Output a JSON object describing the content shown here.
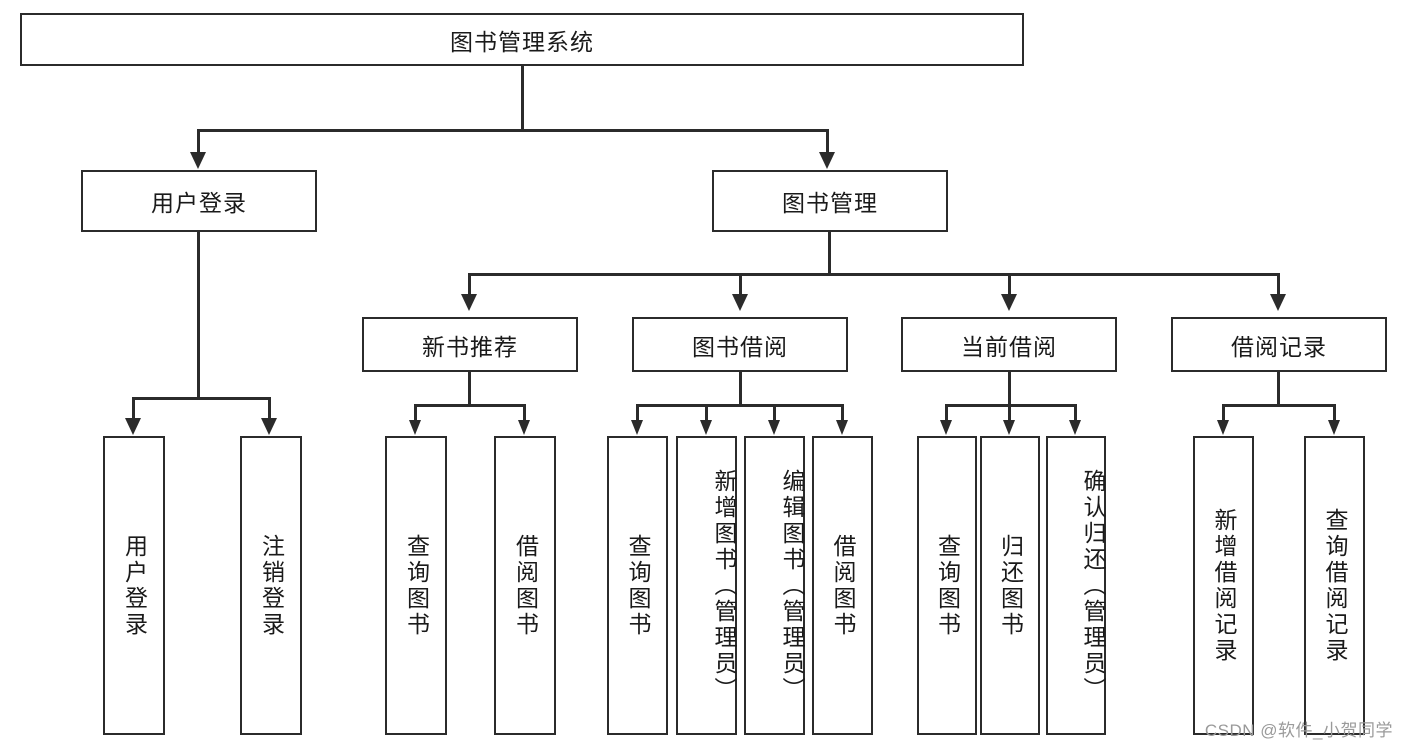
{
  "diagram": {
    "title": "图书管理系统",
    "type": "tree",
    "root": {
      "label": "图书管理系统"
    },
    "level2": [
      {
        "label": "用户登录"
      },
      {
        "label": "图书管理"
      }
    ],
    "level3": [
      {
        "label": "新书推荐"
      },
      {
        "label": "图书借阅"
      },
      {
        "label": "当前借阅"
      },
      {
        "label": "借阅记录"
      }
    ],
    "leaves": {
      "user_login": [
        {
          "label": "用户登录"
        },
        {
          "label": "注销登录"
        }
      ],
      "new_book_recommend": [
        {
          "label": "查询图书"
        },
        {
          "label": "借阅图书"
        }
      ],
      "book_borrow": [
        {
          "label": "查询图书"
        },
        {
          "label": "新增图书（管理员）"
        },
        {
          "label": "编辑图书（管理员）"
        },
        {
          "label": "借阅图书"
        }
      ],
      "current_borrow": [
        {
          "label": "查询图书"
        },
        {
          "label": "归还图书"
        },
        {
          "label": "确认归还（管理员）"
        }
      ],
      "borrow_record": [
        {
          "label": "新增借阅记录"
        },
        {
          "label": "查询借阅记录"
        }
      ]
    }
  },
  "watermark": {
    "text": "CSDN @软件_小贺同学"
  },
  "colors": {
    "stroke": "#2b2b2b",
    "background": "#ffffff",
    "text": "#1a1a1a",
    "watermark": "#9a9a9a"
  }
}
